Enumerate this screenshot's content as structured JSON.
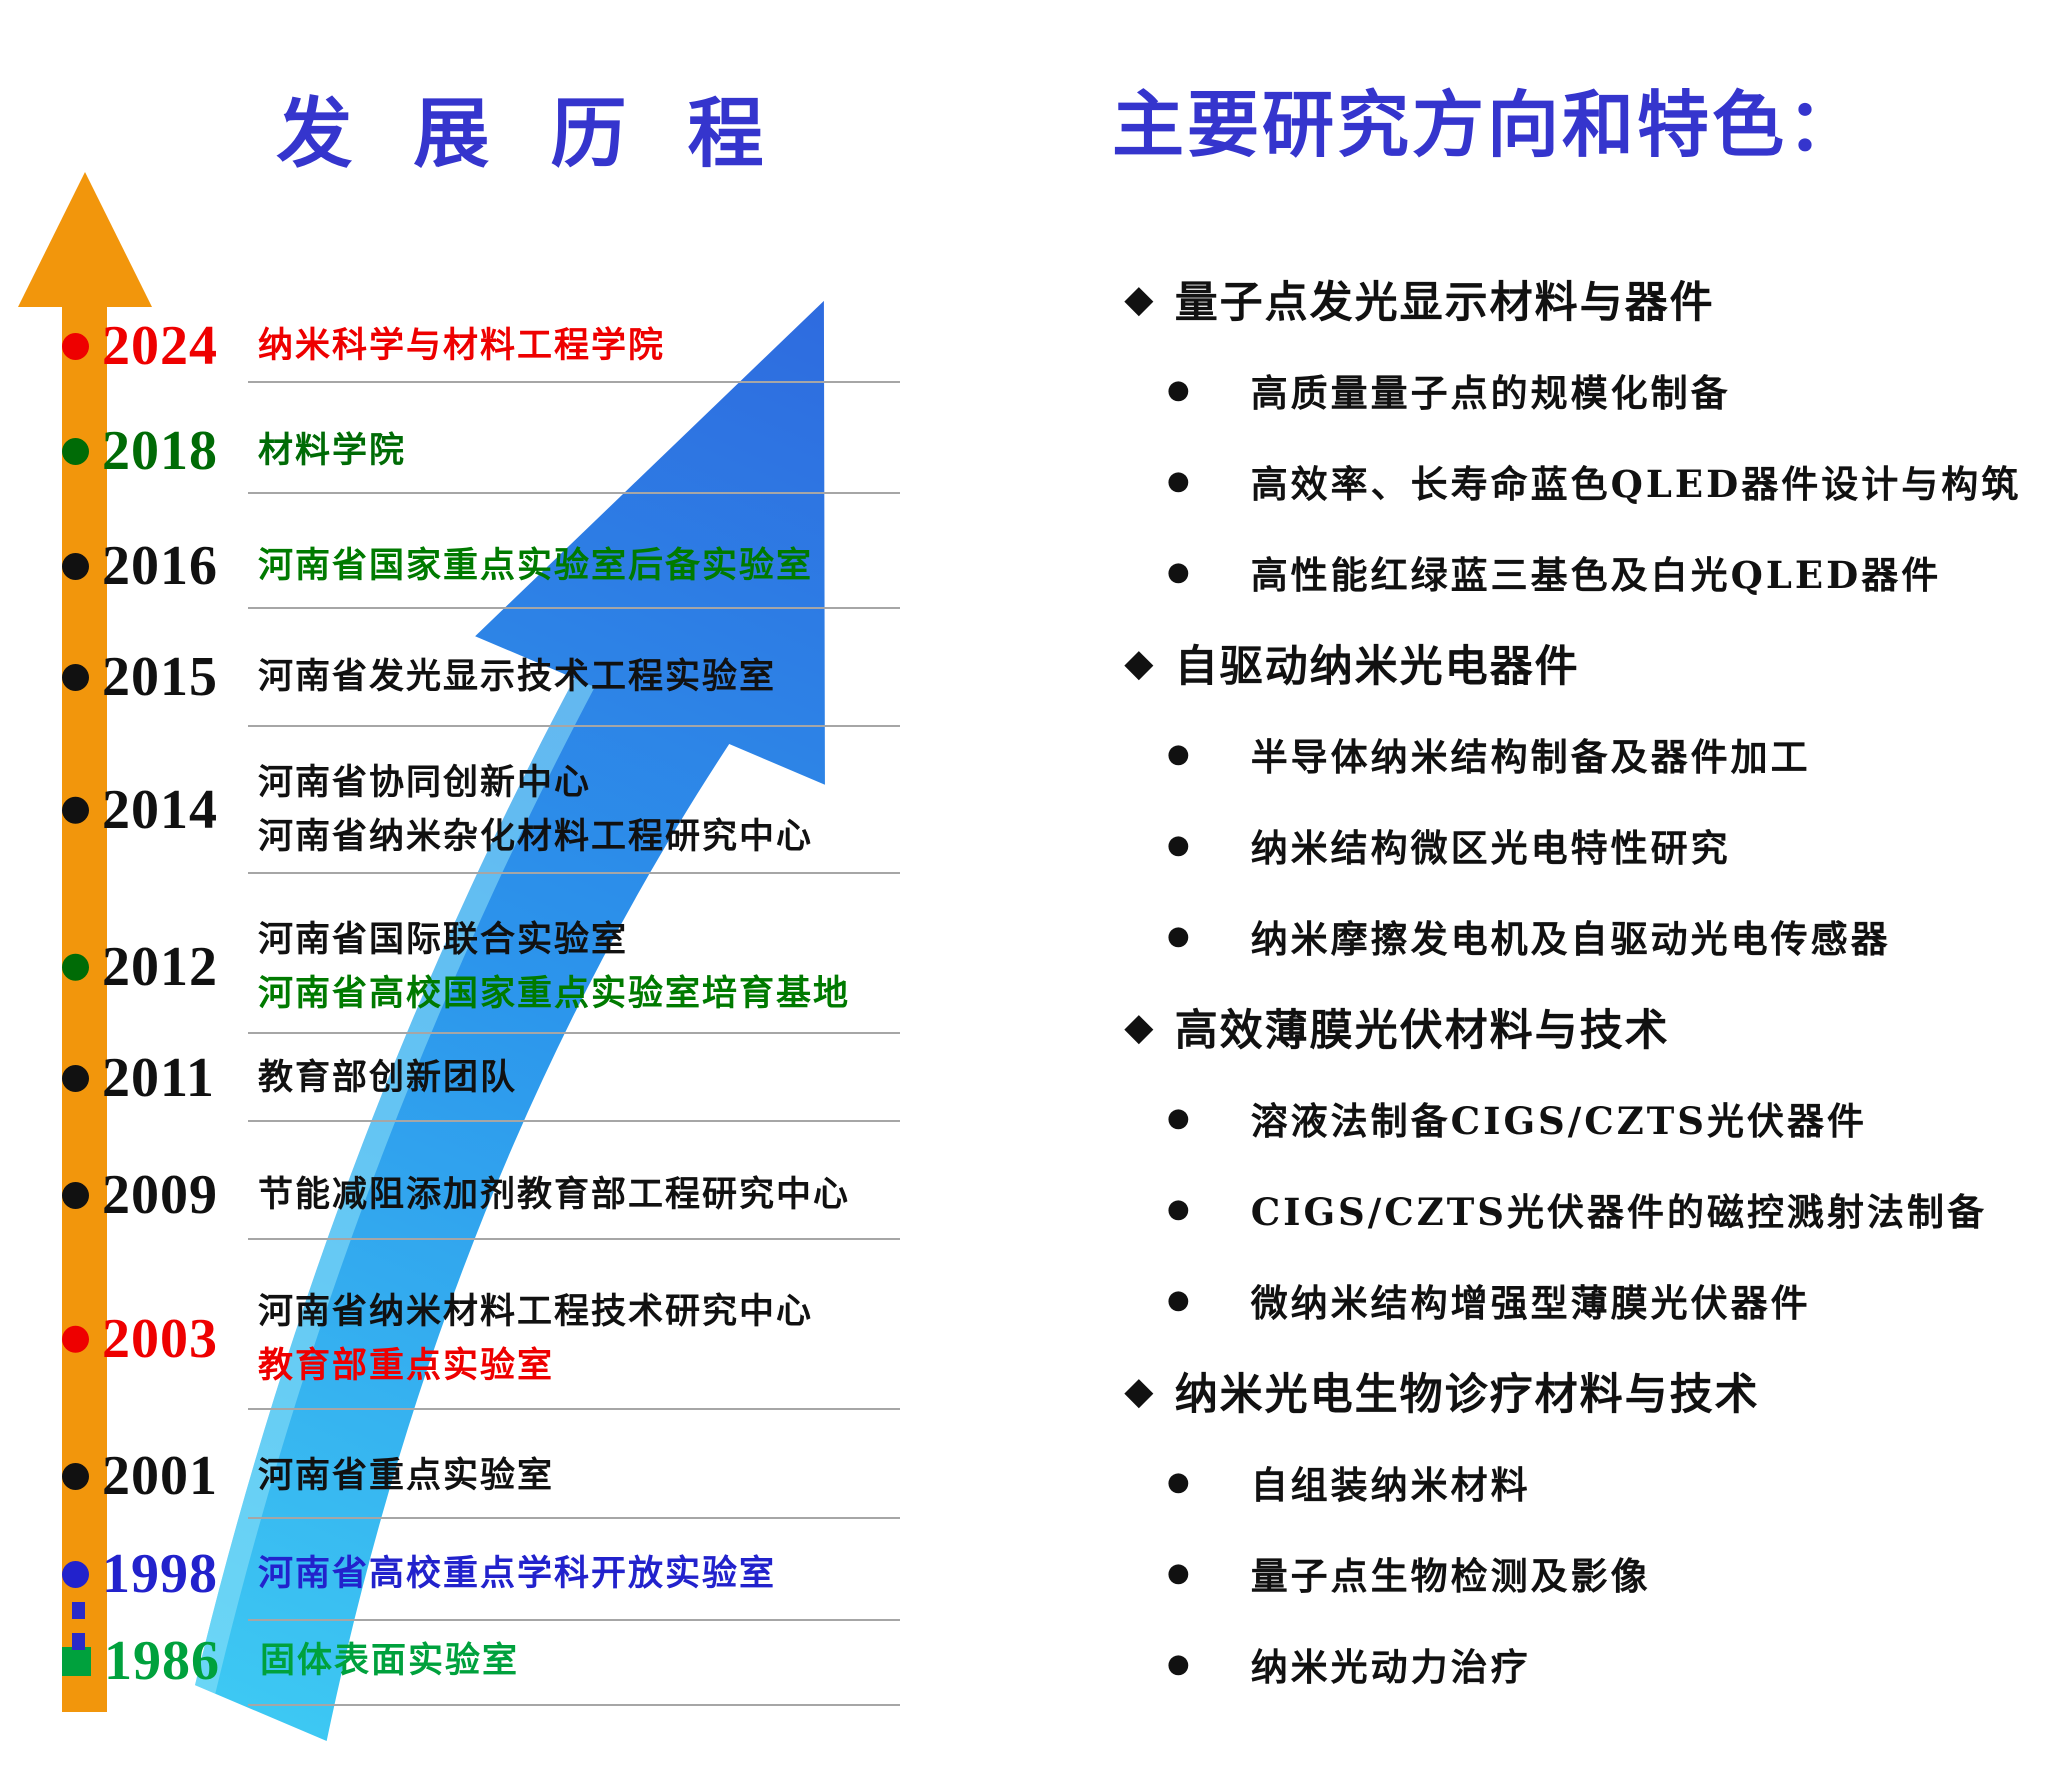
{
  "colors": {
    "title": "#3535CD",
    "orange": "#F2960C",
    "connector_blue": "#2A2AC8",
    "arrow_tip": "#2E6BDF",
    "arrow_mid": "#2C96EC",
    "arrow_tail": "#3DC8F3",
    "black": "#111111",
    "red": "#EE0000",
    "dark_green": "#006B06",
    "green": "#007A00",
    "bright_green": "#00A13D",
    "blue": "#2222CC"
  },
  "icons": {
    "section_marker": "◆",
    "item_bullet": "●"
  },
  "left": {
    "title": "发 展 历 程",
    "timeline": [
      {
        "year": "2024",
        "marker": "circle",
        "marker_color": "#EE0000",
        "year_color": "#EE0000",
        "lines": [
          {
            "text": "纳米科学与材料工程学院",
            "color": "#EE0000"
          }
        ]
      },
      {
        "year": "2018",
        "marker": "circle",
        "marker_color": "#006B06",
        "year_color": "#006B06",
        "lines": [
          {
            "text": "材料学院",
            "color": "#006B06"
          }
        ]
      },
      {
        "year": "2016",
        "marker": "circle",
        "marker_color": "#111111",
        "year_color": "#111111",
        "lines": [
          {
            "text": "河南省国家重点实验室后备实验室",
            "color": "#007A00"
          }
        ]
      },
      {
        "year": "2015",
        "marker": "circle",
        "marker_color": "#111111",
        "year_color": "#111111",
        "lines": [
          {
            "text": "河南省发光显示技术工程实验室",
            "color": "#111111"
          }
        ]
      },
      {
        "year": "2014",
        "marker": "circle",
        "marker_color": "#111111",
        "year_color": "#111111",
        "lines": [
          {
            "text": "河南省协同创新中心",
            "color": "#111111"
          },
          {
            "text": "河南省纳米杂化材料工程研究中心",
            "color": "#111111"
          }
        ]
      },
      {
        "year": "2012",
        "marker": "circle",
        "marker_color": "#006B06",
        "year_color": "#111111",
        "lines": [
          {
            "text": "河南省国际联合实验室",
            "color": "#111111"
          },
          {
            "text": "河南省高校国家重点实验室培育基地",
            "color": "#007A00"
          }
        ]
      },
      {
        "year": "2011",
        "marker": "circle",
        "marker_color": "#111111",
        "year_color": "#111111",
        "lines": [
          {
            "text": "教育部创新团队",
            "color": "#111111"
          }
        ]
      },
      {
        "year": "2009",
        "marker": "circle",
        "marker_color": "#111111",
        "year_color": "#111111",
        "lines": [
          {
            "text": "节能减阻添加剂教育部工程研究中心",
            "color": "#111111"
          }
        ]
      },
      {
        "year": "2003",
        "marker": "circle",
        "marker_color": "#EE0000",
        "year_color": "#EE0000",
        "lines": [
          {
            "text": "河南省纳米材料工程技术研究中心",
            "color": "#111111"
          },
          {
            "text": "教育部重点实验室",
            "color": "#EE0000"
          }
        ]
      },
      {
        "year": "2001",
        "marker": "circle",
        "marker_color": "#111111",
        "year_color": "#111111",
        "lines": [
          {
            "text": "河南省重点实验室",
            "color": "#111111"
          }
        ]
      },
      {
        "year": "1998",
        "marker": "circle",
        "marker_color": "#2222CC",
        "year_color": "#2222CC",
        "lines": [
          {
            "text": "河南省高校重点学科开放实验室",
            "color": "#2222CC"
          }
        ]
      },
      {
        "year": "1986",
        "marker": "square",
        "marker_color": "#00A13D",
        "year_color": "#00A13D",
        "lines": [
          {
            "text": "固体表面实验室",
            "color": "#00A13D"
          }
        ]
      }
    ]
  },
  "right": {
    "title": "主要研究方向和特色：",
    "sections": [
      {
        "heading": "量子点发光显示材料与器件",
        "items": [
          "高质量量子点的规模化制备",
          "高效率、长寿命蓝色QLED器件设计与构筑",
          "高性能红绿蓝三基色及白光QLED器件"
        ]
      },
      {
        "heading": "自驱动纳米光电器件",
        "items": [
          "半导体纳米结构制备及器件加工",
          "纳米结构微区光电特性研究",
          "纳米摩擦发电机及自驱动光电传感器"
        ]
      },
      {
        "heading": "高效薄膜光伏材料与技术",
        "items": [
          "溶液法制备CIGS/CZTS光伏器件",
          "CIGS/CZTS光伏器件的磁控溅射法制备",
          "微纳米结构增强型薄膜光伏器件"
        ]
      },
      {
        "heading": "纳米光电生物诊疗材料与技术",
        "items": [
          "自组装纳米材料",
          "量子点生物检测及影像",
          "纳米光动力治疗"
        ]
      }
    ]
  }
}
